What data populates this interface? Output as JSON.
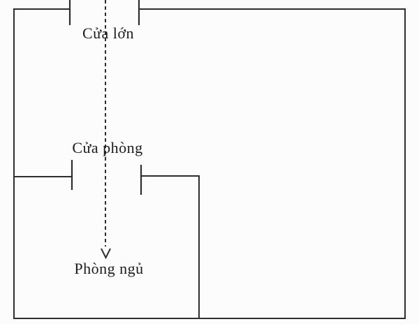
{
  "diagram": {
    "type": "floor-plan",
    "description": "Scanned apartment floor plan with entry path arrow",
    "labels": {
      "main_door": "Cửa lớn",
      "room_door": "Cửa phòng",
      "bedroom": "Phòng ngủ"
    },
    "icons": {
      "path_arrow": "arrow-down"
    },
    "colors": {
      "line": "#2e2e2e",
      "text": "#1c1c1c",
      "background": "#fcfcfc"
    }
  }
}
